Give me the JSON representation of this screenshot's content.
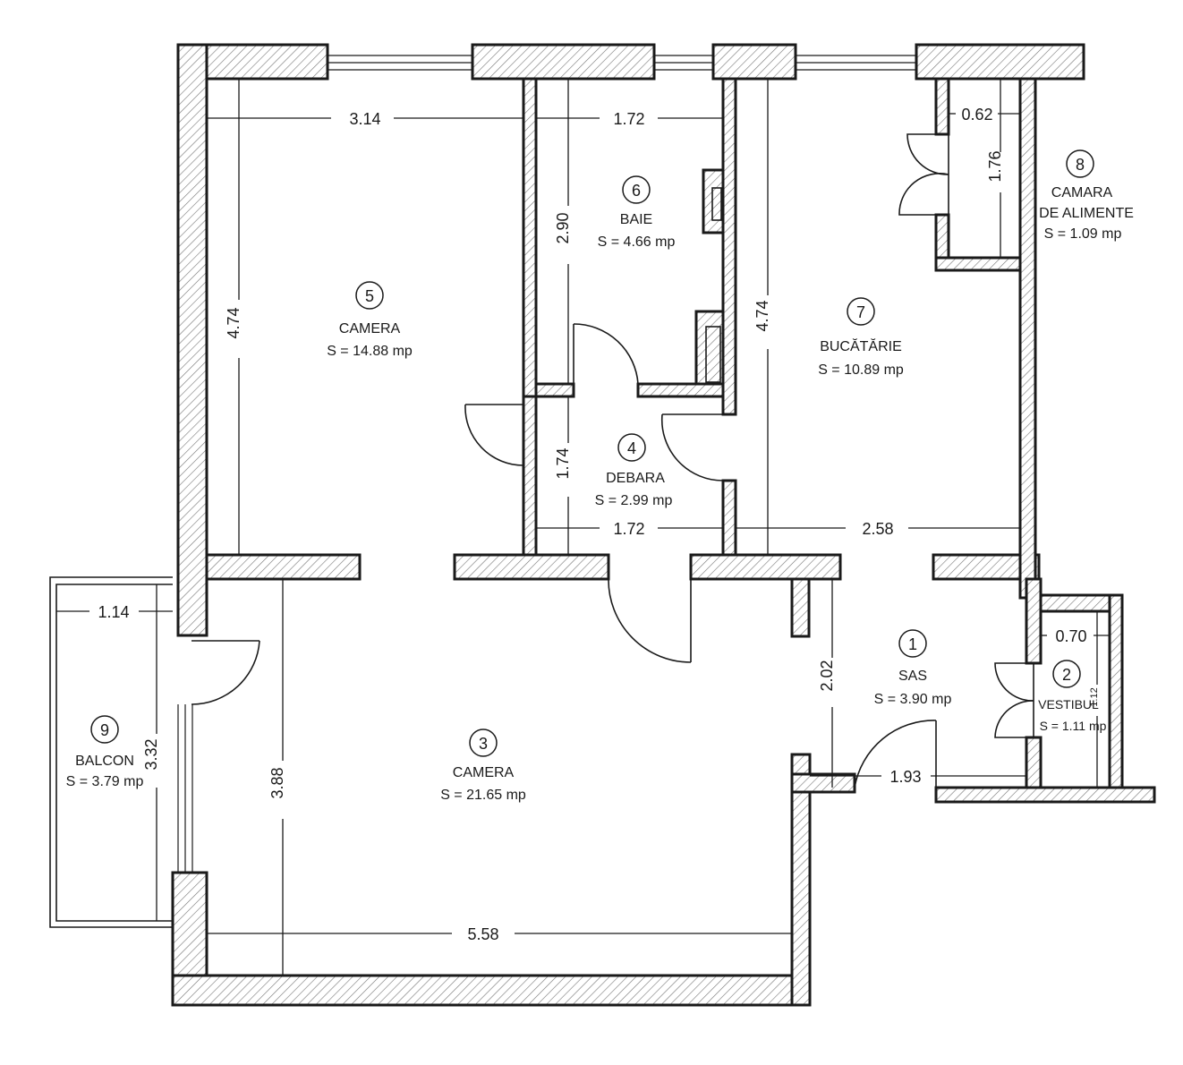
{
  "rooms": [
    {
      "num": "1",
      "name": "SAS",
      "area": "S = 3.90 mp"
    },
    {
      "num": "2",
      "name": "VESTIBUL",
      "area": "S = 1.11 mp"
    },
    {
      "num": "3",
      "name": "CAMERA",
      "area": "S = 21.65 mp"
    },
    {
      "num": "4",
      "name": "DEBARA",
      "area": "S = 2.99 mp"
    },
    {
      "num": "5",
      "name": "CAMERA",
      "area": "S = 14.88 mp"
    },
    {
      "num": "6",
      "name": "BAIE",
      "area": "S = 4.66 mp"
    },
    {
      "num": "7",
      "name": "BUCĂTĂRIE",
      "area": "S = 10.89 mp"
    },
    {
      "num": "8",
      "name": "CAMARA",
      "name2": "DE ALIMENTE",
      "area": "S = 1.09 mp"
    },
    {
      "num": "9",
      "name": "BALCON",
      "area": "S = 3.79 mp"
    }
  ],
  "dimensions": {
    "camera5_width": "3.14",
    "camera5_height": "4.74",
    "baie_width": "1.72",
    "baie_height": "2.90",
    "debara_width": "1.72",
    "debara_height": "1.74",
    "bucatarie_height": "4.74",
    "bucatarie_width": "2.58",
    "camara_width": "0.62",
    "camara_height": "1.76",
    "vestibul_width": "0.70",
    "vestibul_height": "1.12",
    "sas_height": "2.02",
    "sas_width": "1.93",
    "camera3_width": "5.58",
    "camera3_height": "3.88",
    "balcon_width": "1.14",
    "balcon_height": "3.32"
  }
}
